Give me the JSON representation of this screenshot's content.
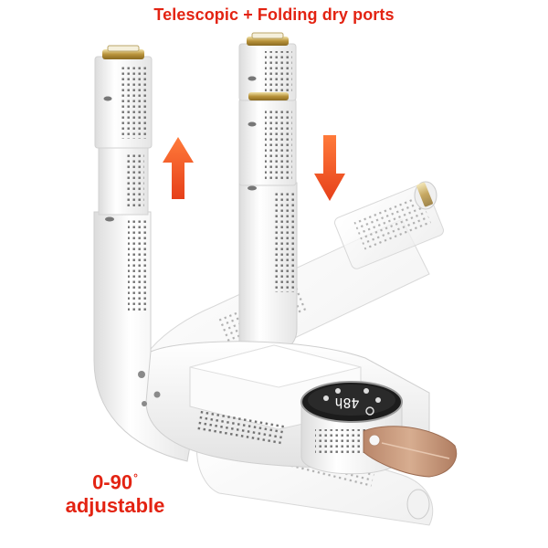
{
  "header": {
    "title": "Telescopic + Folding dry ports"
  },
  "annotation": {
    "angle_value": "0-90",
    "angle_degree_symbol": "°",
    "angle_word": "adjustable"
  },
  "display": {
    "readout": "48h"
  },
  "colors": {
    "accent_text": "#e32312",
    "arrow_orange": "#f0521e",
    "body_white": "#f7f7f7",
    "vent_grey": "#6b6b6b",
    "strap_tan": "#c99a7b",
    "display_dark": "#1c1c1c",
    "metal_gold": "#c9a64a"
  },
  "icons": {
    "up_arrow": "arrow-up-icon",
    "down_arrow": "arrow-down-icon"
  }
}
